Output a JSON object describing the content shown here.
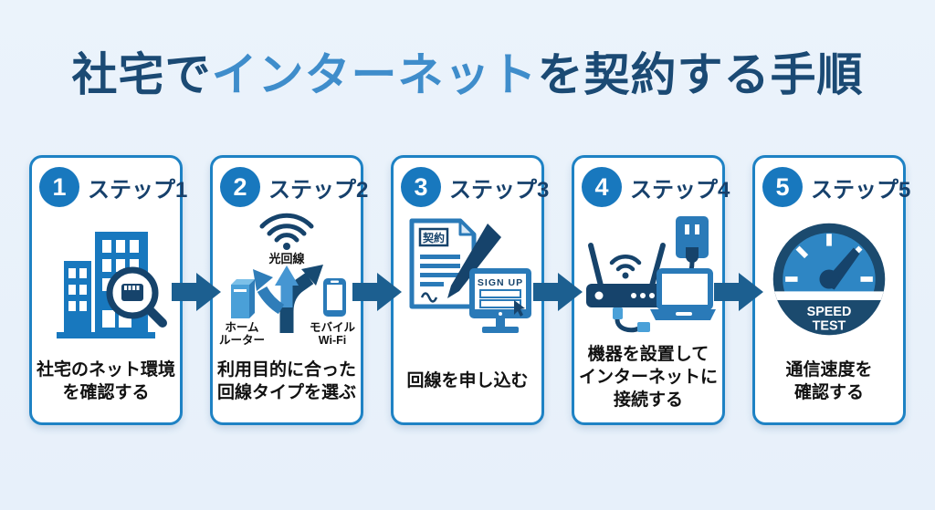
{
  "title": {
    "prefix": "社宅で",
    "highlight": "インターネット",
    "suffix": "を契約する手順"
  },
  "steps": [
    {
      "number": "1",
      "label": "ステップ1",
      "icon": "building-with-magnifier",
      "caption_lines": [
        "社宅のネット環境",
        "を確認する"
      ]
    },
    {
      "number": "2",
      "label": "ステップ2",
      "icon": "line-type-branch",
      "icon_labels": {
        "fiber": "光回線",
        "home_router_line1": "ホーム",
        "home_router_line2": "ルーター",
        "mobile_line1": "モバイル",
        "mobile_line2": "Wi-Fi"
      },
      "caption_lines": [
        "利用目的に合った",
        "回線タイプを選ぶ"
      ]
    },
    {
      "number": "3",
      "label": "ステップ3",
      "icon": "contract-and-signup",
      "icon_labels": {
        "contract": "契約",
        "signup": "SIGN UP"
      },
      "caption_lines": [
        "回線を申し込む"
      ]
    },
    {
      "number": "4",
      "label": "ステップ4",
      "icon": "router-outlet-laptop",
      "caption_lines": [
        "機器を設置して",
        "インターネットに",
        "接続する"
      ]
    },
    {
      "number": "5",
      "label": "ステップ5",
      "icon": "speed-test-gauge",
      "icon_labels": {
        "speed_line1": "SPEED",
        "speed_line2": "TEST"
      },
      "caption_lines": [
        "通信速度を",
        "確認する"
      ]
    }
  ],
  "colors": {
    "background": "#eaf2fa",
    "title_dark": "#1b4a74",
    "title_accent": "#3f8dcb",
    "card_border": "#1e82c4",
    "badge": "#1878be",
    "step_label": "#16406b",
    "arrow": "#1c5f90",
    "icon_navy": "#16436b",
    "icon_blue": "#2a7ab8",
    "icon_light_blue": "#4aa0d8",
    "caption_text": "#111111"
  }
}
